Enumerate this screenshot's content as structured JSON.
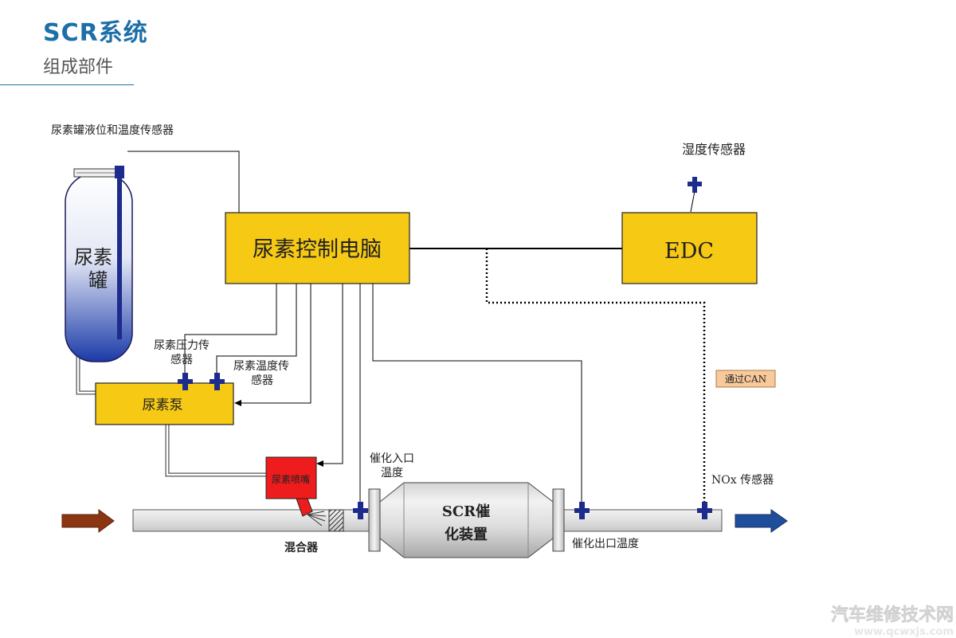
{
  "header": {
    "title": "SCR系统",
    "subtitle": "组成部件"
  },
  "diagram": {
    "tank_sensor_label": "尿素罐液位和温度传感器",
    "tank_label_line1": "尿素",
    "tank_label_line2": "罐",
    "controller_label": "尿素控制电脑",
    "edc_label": "EDC",
    "humidity_sensor_label": "湿度传感器",
    "pressure_sensor_label_line1": "尿素压力传",
    "pressure_sensor_label_line2": "感器",
    "temp_sensor_label_line1": "尿素温度传",
    "temp_sensor_label_line2": "感器",
    "pump_label": "尿素泵",
    "nozzle_label": "尿素喷嘴",
    "mixer_label": "混合器",
    "inlet_temp_label_line1": "催化入口",
    "inlet_temp_label_line2": "温度",
    "catalyst_label_line1": "SCR催",
    "catalyst_label_line2": "化装置",
    "outlet_temp_label": "催化出口温度",
    "nox_sensor_label": "NOx 传感器",
    "can_label": "通过CAN"
  },
  "watermark": {
    "line1": "汽车维修技术网",
    "line2": "www.qcwxjs.com"
  },
  "colors": {
    "title": "#1d6fa8",
    "box_fill": "#f6c915",
    "nozzle_fill": "#ee1c1c",
    "sensor_blue": "#1d2b8c",
    "arrow_in": "#8b3513",
    "arrow_out": "#1f4e9c",
    "can_box": "#f7c99b"
  }
}
